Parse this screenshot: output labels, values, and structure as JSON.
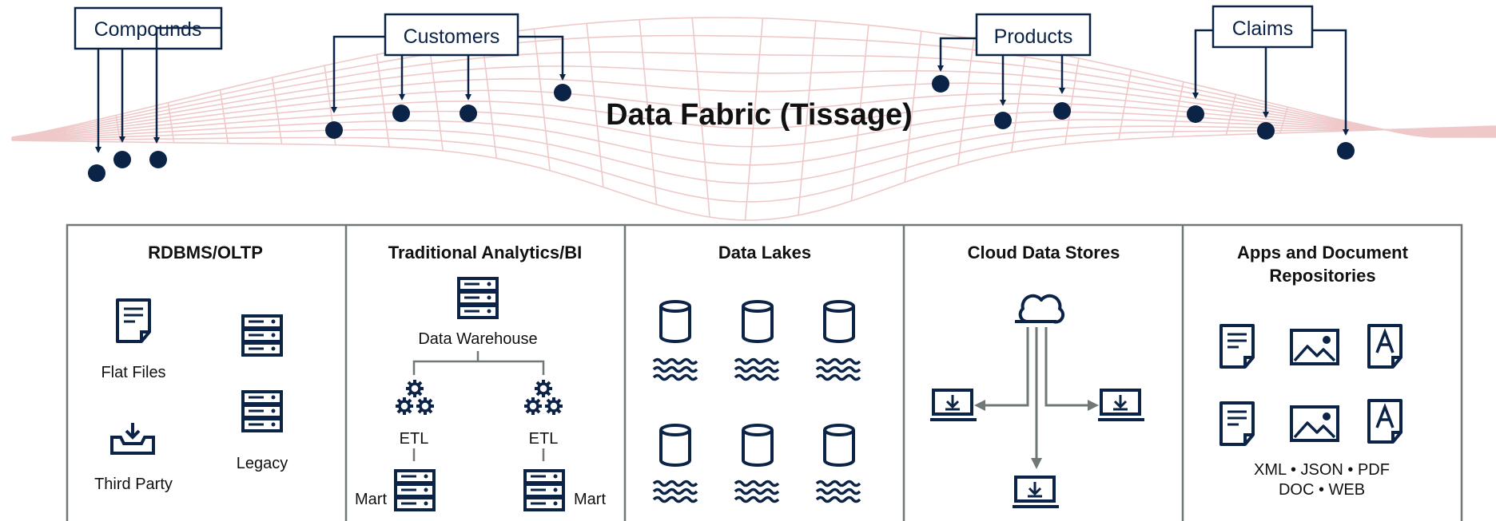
{
  "title": "Data Fabric (Tissage)",
  "colors": {
    "navy": "#0b2346",
    "mesh": "#efc9c9",
    "panel_border": "#6f7777",
    "gray": "#6f7777"
  },
  "categories": {
    "compounds": "Compounds",
    "customers": "Customers",
    "products": "Products",
    "claims": "Claims"
  },
  "panels": {
    "rdbms": {
      "title": "RDBMS/OLTP",
      "flat_files": "Flat Files",
      "third_party": "Third Party",
      "legacy": "Legacy"
    },
    "analytics": {
      "title": "Traditional Analytics/BI",
      "warehouse": "Data Warehouse",
      "etl_left": "ETL",
      "etl_right": "ETL",
      "mart_left": "Mart",
      "mart_right": "Mart"
    },
    "lakes": {
      "title": "Data Lakes"
    },
    "cloud": {
      "title": "Cloud Data Stores"
    },
    "apps": {
      "title_line1": "Apps and Document",
      "title_line2": "Repositories",
      "formats_line1": "XML • JSON • PDF",
      "formats_line2": "DOC • WEB"
    }
  },
  "icons": [
    "document-icon",
    "inbox-icon",
    "server-icon",
    "gear-icon",
    "database-cylinder-icon",
    "water-waves-icon",
    "cloud-icon",
    "laptop-download-icon",
    "image-icon",
    "text-document-icon"
  ]
}
